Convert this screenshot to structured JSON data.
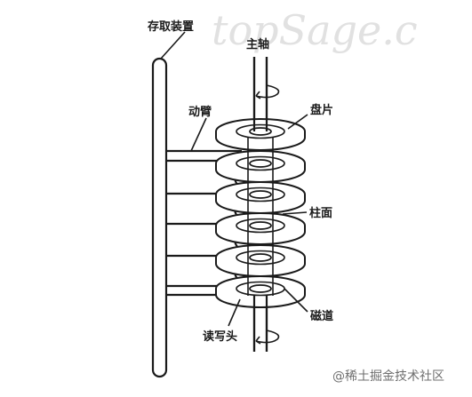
{
  "labels": {
    "storage_device": "存取装置",
    "spindle": "主轴",
    "arm": "动臂",
    "platter": "盘片",
    "cylinder": "柱面",
    "track": "磁道",
    "read_write_head": "读写头"
  },
  "watermark": "topSage.c",
  "credit": "@稀土掘金技术社区",
  "colors": {
    "ink": "#1a1a1a",
    "watermark": "#e1e1e1",
    "credit": "#6f6f6f"
  }
}
